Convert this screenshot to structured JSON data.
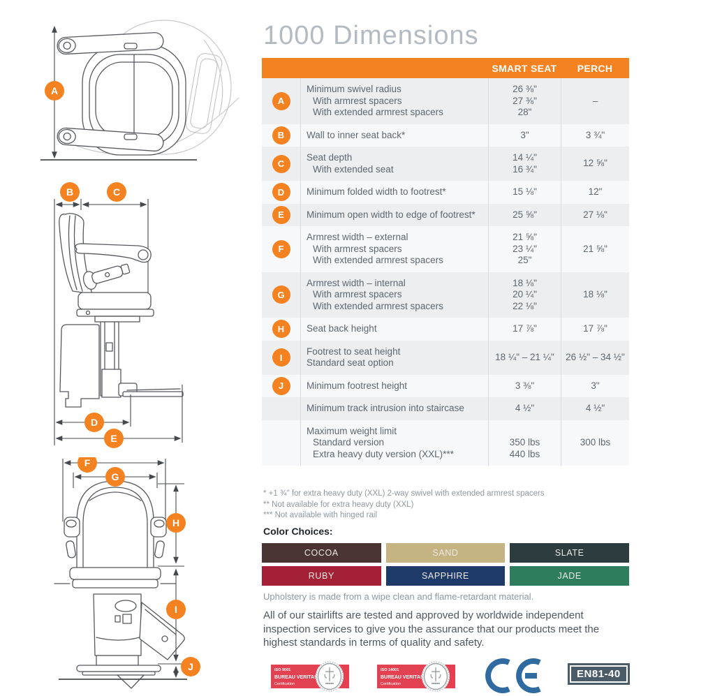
{
  "title": "1000 Dimensions",
  "accent_orange": "#f58220",
  "table": {
    "col_smart": "SMART SEAT",
    "col_perch": "PERCH",
    "rows": [
      {
        "badge": "A",
        "labels": [
          "Minimum swivel radius",
          "With armrest spacers",
          "With extended armrest spacers"
        ],
        "indents": [
          0,
          1,
          1
        ],
        "smart": [
          "26 ⅜\"",
          "27 ⅜\"",
          "28\""
        ],
        "perch": [
          "–"
        ]
      },
      {
        "badge": "B",
        "labels": [
          "Wall to inner seat back*"
        ],
        "indents": [
          0
        ],
        "smart": [
          "3\""
        ],
        "perch": [
          "3 ¾\""
        ]
      },
      {
        "badge": "C",
        "labels": [
          "Seat depth",
          "With extended seat"
        ],
        "indents": [
          0,
          1
        ],
        "smart": [
          "14 ¼\"",
          "16 ¾\""
        ],
        "perch": [
          "12 ⅝\""
        ]
      },
      {
        "badge": "D",
        "labels": [
          "Minimum folded width to footrest*"
        ],
        "indents": [
          0
        ],
        "smart": [
          "15 ⅛\""
        ],
        "perch": [
          "12\""
        ]
      },
      {
        "badge": "E",
        "labels": [
          "Minimum open width to edge of footrest*"
        ],
        "indents": [
          0
        ],
        "smart": [
          "25 ⅝\""
        ],
        "perch": [
          "27 ⅛\""
        ]
      },
      {
        "badge": "F",
        "labels": [
          "Armrest width – external",
          "With armrest spacers",
          "With extended armrest spacers"
        ],
        "indents": [
          0,
          1,
          1
        ],
        "smart": [
          "21 ⅝\"",
          "23 ¼\"",
          "25\""
        ],
        "perch": [
          "21 ⅝\""
        ]
      },
      {
        "badge": "G",
        "labels": [
          "Armrest width – internal",
          "With armrest spacers",
          "With extended armrest spacers"
        ],
        "indents": [
          0,
          1,
          1
        ],
        "smart": [
          "18 ⅛\"",
          "20 ¼\"",
          "22 ⅛\""
        ],
        "perch": [
          "18 ⅛\""
        ]
      },
      {
        "badge": "H",
        "labels": [
          "Seat back height"
        ],
        "indents": [
          0
        ],
        "smart": [
          "17 ⅞\""
        ],
        "perch": [
          "17 ⅞\""
        ]
      },
      {
        "badge": "I",
        "labels": [
          "Footrest to seat height",
          "Standard seat option"
        ],
        "indents": [
          0,
          0
        ],
        "smart": [
          "18 ¼\" – 21 ¼\""
        ],
        "perch": [
          "26 ½\" – 34 ½\""
        ]
      },
      {
        "badge": "J",
        "labels": [
          "Minimum footrest height"
        ],
        "indents": [
          0
        ],
        "smart": [
          "3 ⅜\""
        ],
        "perch": [
          "3\""
        ]
      },
      {
        "badge": "",
        "labels": [
          "Minimum track intrusion into staircase"
        ],
        "indents": [
          0
        ],
        "smart": [
          "4 ½\""
        ],
        "perch": [
          "4 ½\""
        ]
      },
      {
        "badge": "",
        "labels": [
          "Maximum weight limit",
          "Standard version",
          "Extra heavy duty version (XXL)***"
        ],
        "indents": [
          0,
          1,
          1
        ],
        "smart": [
          "",
          "350 lbs",
          "440 lbs"
        ],
        "perch": [
          "",
          "300 lbs",
          ""
        ]
      }
    ]
  },
  "footnotes": [
    "* +1 ¾\" for extra heavy duty (XXL) 2-way swivel with extended armrest spacers",
    "** Not available for extra heavy duty (XXL)",
    "*** Not available with hinged rail"
  ],
  "color_choices": {
    "heading": "Color Choices:",
    "swatches": [
      {
        "label": "COCOA",
        "hex": "#4b3534"
      },
      {
        "label": "SAND",
        "hex": "#c6b383"
      },
      {
        "label": "SLATE",
        "hex": "#2d3c3f"
      },
      {
        "label": "RUBY",
        "hex": "#a32037"
      },
      {
        "label": "SAPPHIRE",
        "hex": "#1e3a69"
      },
      {
        "label": "JADE",
        "hex": "#2e7d5c"
      }
    ],
    "note": "Upholstery is made from a wipe clean and flame-retardant material."
  },
  "paragraph": "All of our stairlifts are tested and approved by worldwide independent inspection services to give you the assurance that our products meet the highest standards in terms of quality and safety.",
  "diagram": {
    "badges": [
      "A",
      "B",
      "C",
      "D",
      "E",
      "F",
      "G",
      "H",
      "I",
      "J"
    ]
  },
  "certifications": {
    "bv1": {
      "line1": "ISO 9001",
      "line2": "BUREAU VERITAS",
      "line3": "Certification"
    },
    "bv2": {
      "line1": "ISO 14001",
      "line2": "BUREAU VERITAS",
      "line3": "Certification"
    },
    "ce_label": "CE",
    "en_badge": "EN81-40"
  }
}
